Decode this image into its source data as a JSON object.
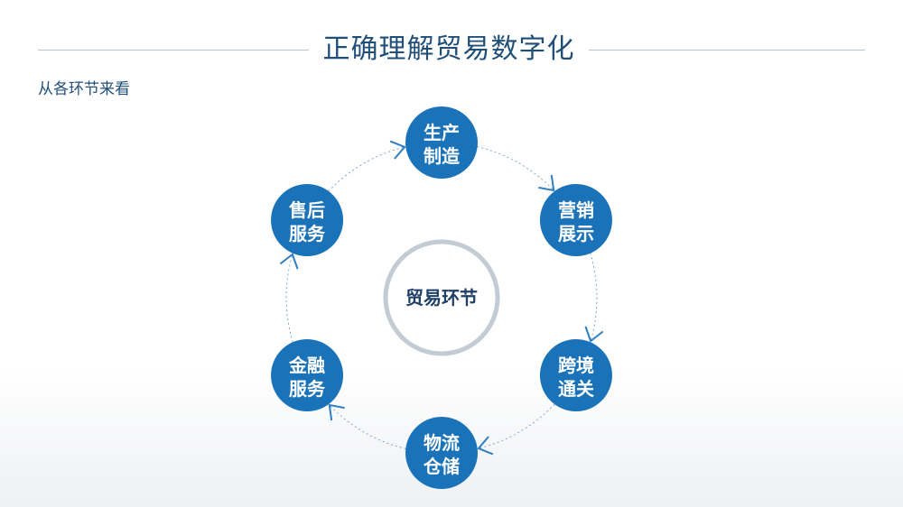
{
  "header": {
    "title": "正确理解贸易数字化",
    "subtitle": "从各环节来看"
  },
  "diagram": {
    "center": "贸易环节",
    "nodes": [
      {
        "line1": "生产",
        "line2": "制造"
      },
      {
        "line1": "营销",
        "line2": "展示"
      },
      {
        "line1": "跨境",
        "line2": "通关"
      },
      {
        "line1": "物流",
        "line2": "仓储"
      },
      {
        "line1": "金融",
        "line2": "服务"
      },
      {
        "line1": "售后",
        "line2": "服务"
      }
    ]
  },
  "colors": {
    "node_fill": "#1a73b8",
    "title": "#1f4e79",
    "ring": "#c3cbd4",
    "arrow": "#2f7fc4",
    "path": "#7ea7cf"
  }
}
